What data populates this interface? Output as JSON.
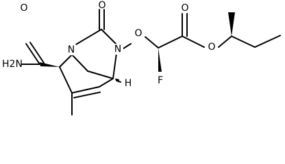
{
  "atoms": {
    "o_ring_carbonyl": "O",
    "o_ester_carbonyl": "O",
    "n_bridge": "N",
    "n_ring": "N",
    "o_ether": "O",
    "o_ester": "O",
    "h_bridgehead": "H",
    "f": "F",
    "amide_n": "H2N",
    "amide_o": "O"
  }
}
